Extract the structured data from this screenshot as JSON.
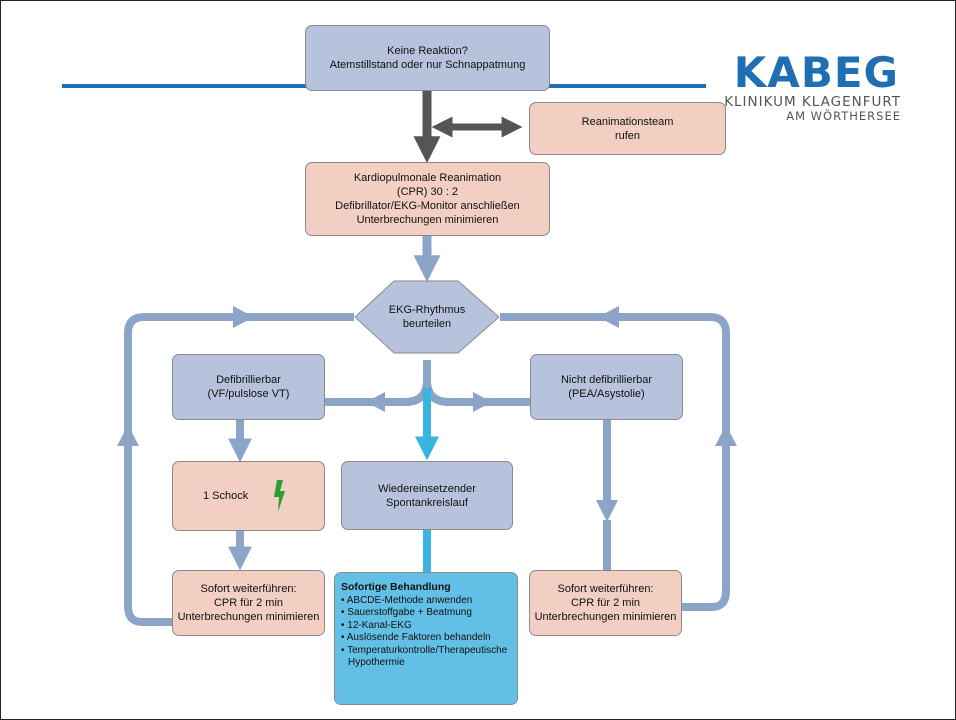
{
  "logo": {
    "brand": "KABEG",
    "line1": "KLINIKUM KLAGENFURT",
    "line2": "AM WÖRTHERSEE",
    "brand_color": "#1f6fb5"
  },
  "colors": {
    "blue_box": "#b7c3dc",
    "pink_box": "#f2cfc2",
    "cyan_box": "#62c0e6",
    "arrow_blue": "#8ca4c8",
    "arrow_dark": "#555555",
    "arrow_cyan": "#37b4e0",
    "bolt": "#2aa033"
  },
  "nodes": {
    "no_reaction": {
      "line1": "Keine Reaktion?",
      "line2": "Atemstillstand oder nur Schnappatmung"
    },
    "team": {
      "line1": "Reanimationsteam",
      "line2": "rufen"
    },
    "cpr": {
      "line1": "Kardiopulmonale Reanimation",
      "line2": "(CPR) 30 : 2",
      "line3": "Defibrillator/EKG-Monitor anschließen",
      "line4": "Unterbrechungen minimieren"
    },
    "rhythm": {
      "line1": "EKG-Rhythmus",
      "line2": "beurteilen"
    },
    "shockable": {
      "line1": "Defibrillierbar",
      "line2": "(VF/pulslose VT)"
    },
    "non_shockable": {
      "line1": "Nicht defibrillierbar",
      "line2": "(PEA/Asystolie)"
    },
    "shock": {
      "label": "1 Schock",
      "icon": "lightning-bolt-icon"
    },
    "rosc": {
      "line1": "Wiedereinsetzender",
      "line2": "Spontankreislauf"
    },
    "continue_left": {
      "line1": "Sofort weiterführen:",
      "line2": "CPR für 2 min",
      "line3": "Unterbrechungen minimieren"
    },
    "continue_right": {
      "line1": "Sofort weiterführen:",
      "line2": "CPR für 2 min",
      "line3": "Unterbrechungen minimieren"
    },
    "treatment": {
      "title": "Sofortige Behandlung",
      "items": [
        "ABCDE-Methode anwenden",
        "Sauerstoffgabe + Beatmung",
        "12-Kanal-EKG",
        "Auslösende Faktoren behandeln",
        "Temperaturkontrolle/Therapeutische Hypothermie"
      ]
    }
  }
}
